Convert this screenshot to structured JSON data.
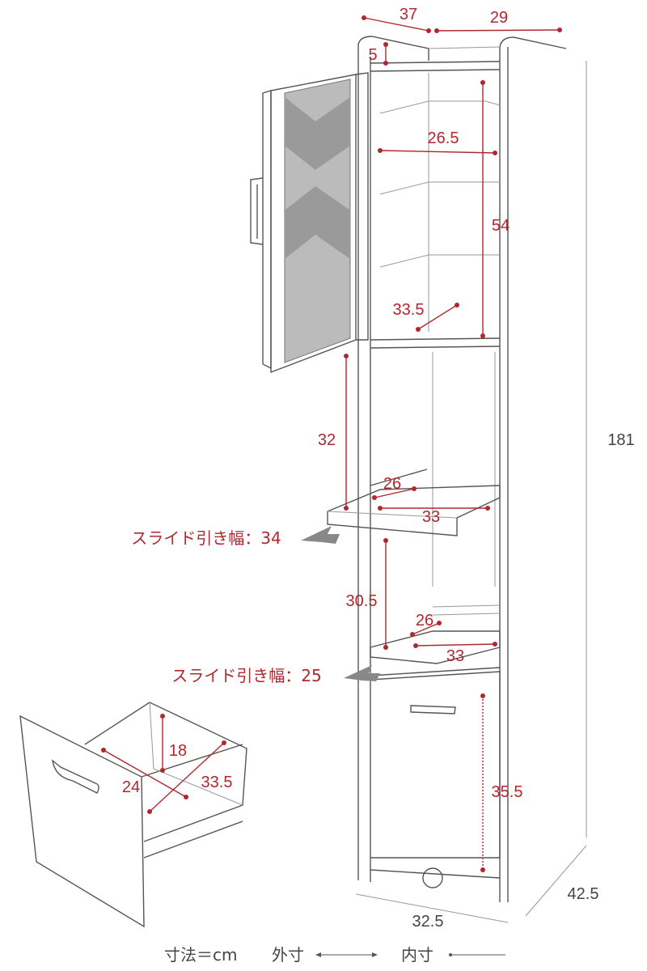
{
  "title": "Cabinet dimensions diagram",
  "colors": {
    "dimension": "#b0282e",
    "outline": "#555555"
  },
  "dimensions": {
    "top_depth": "37",
    "top_width": "29",
    "top_gap": "5",
    "upper_inner_width": "26.5",
    "upper_inner_height": "54",
    "upper_inner_depth": "33.5",
    "total_height": "181",
    "middle_gap": "32",
    "slide1_width": "26",
    "slide1_depth": "33",
    "slide1_label": "スライド引き幅：34",
    "lower_gap": "30.5",
    "slide2_width": "26",
    "slide2_depth": "33",
    "slide2_label": "スライド引き幅：25",
    "drawer_height": "18",
    "drawer_width": "24",
    "drawer_depth": "33.5",
    "bottom_inner_height": "35.5",
    "outer_depth": "42.5",
    "outer_width": "32.5"
  },
  "legend": {
    "unit": "寸法＝cm",
    "outer": "外寸",
    "inner": "内寸"
  }
}
